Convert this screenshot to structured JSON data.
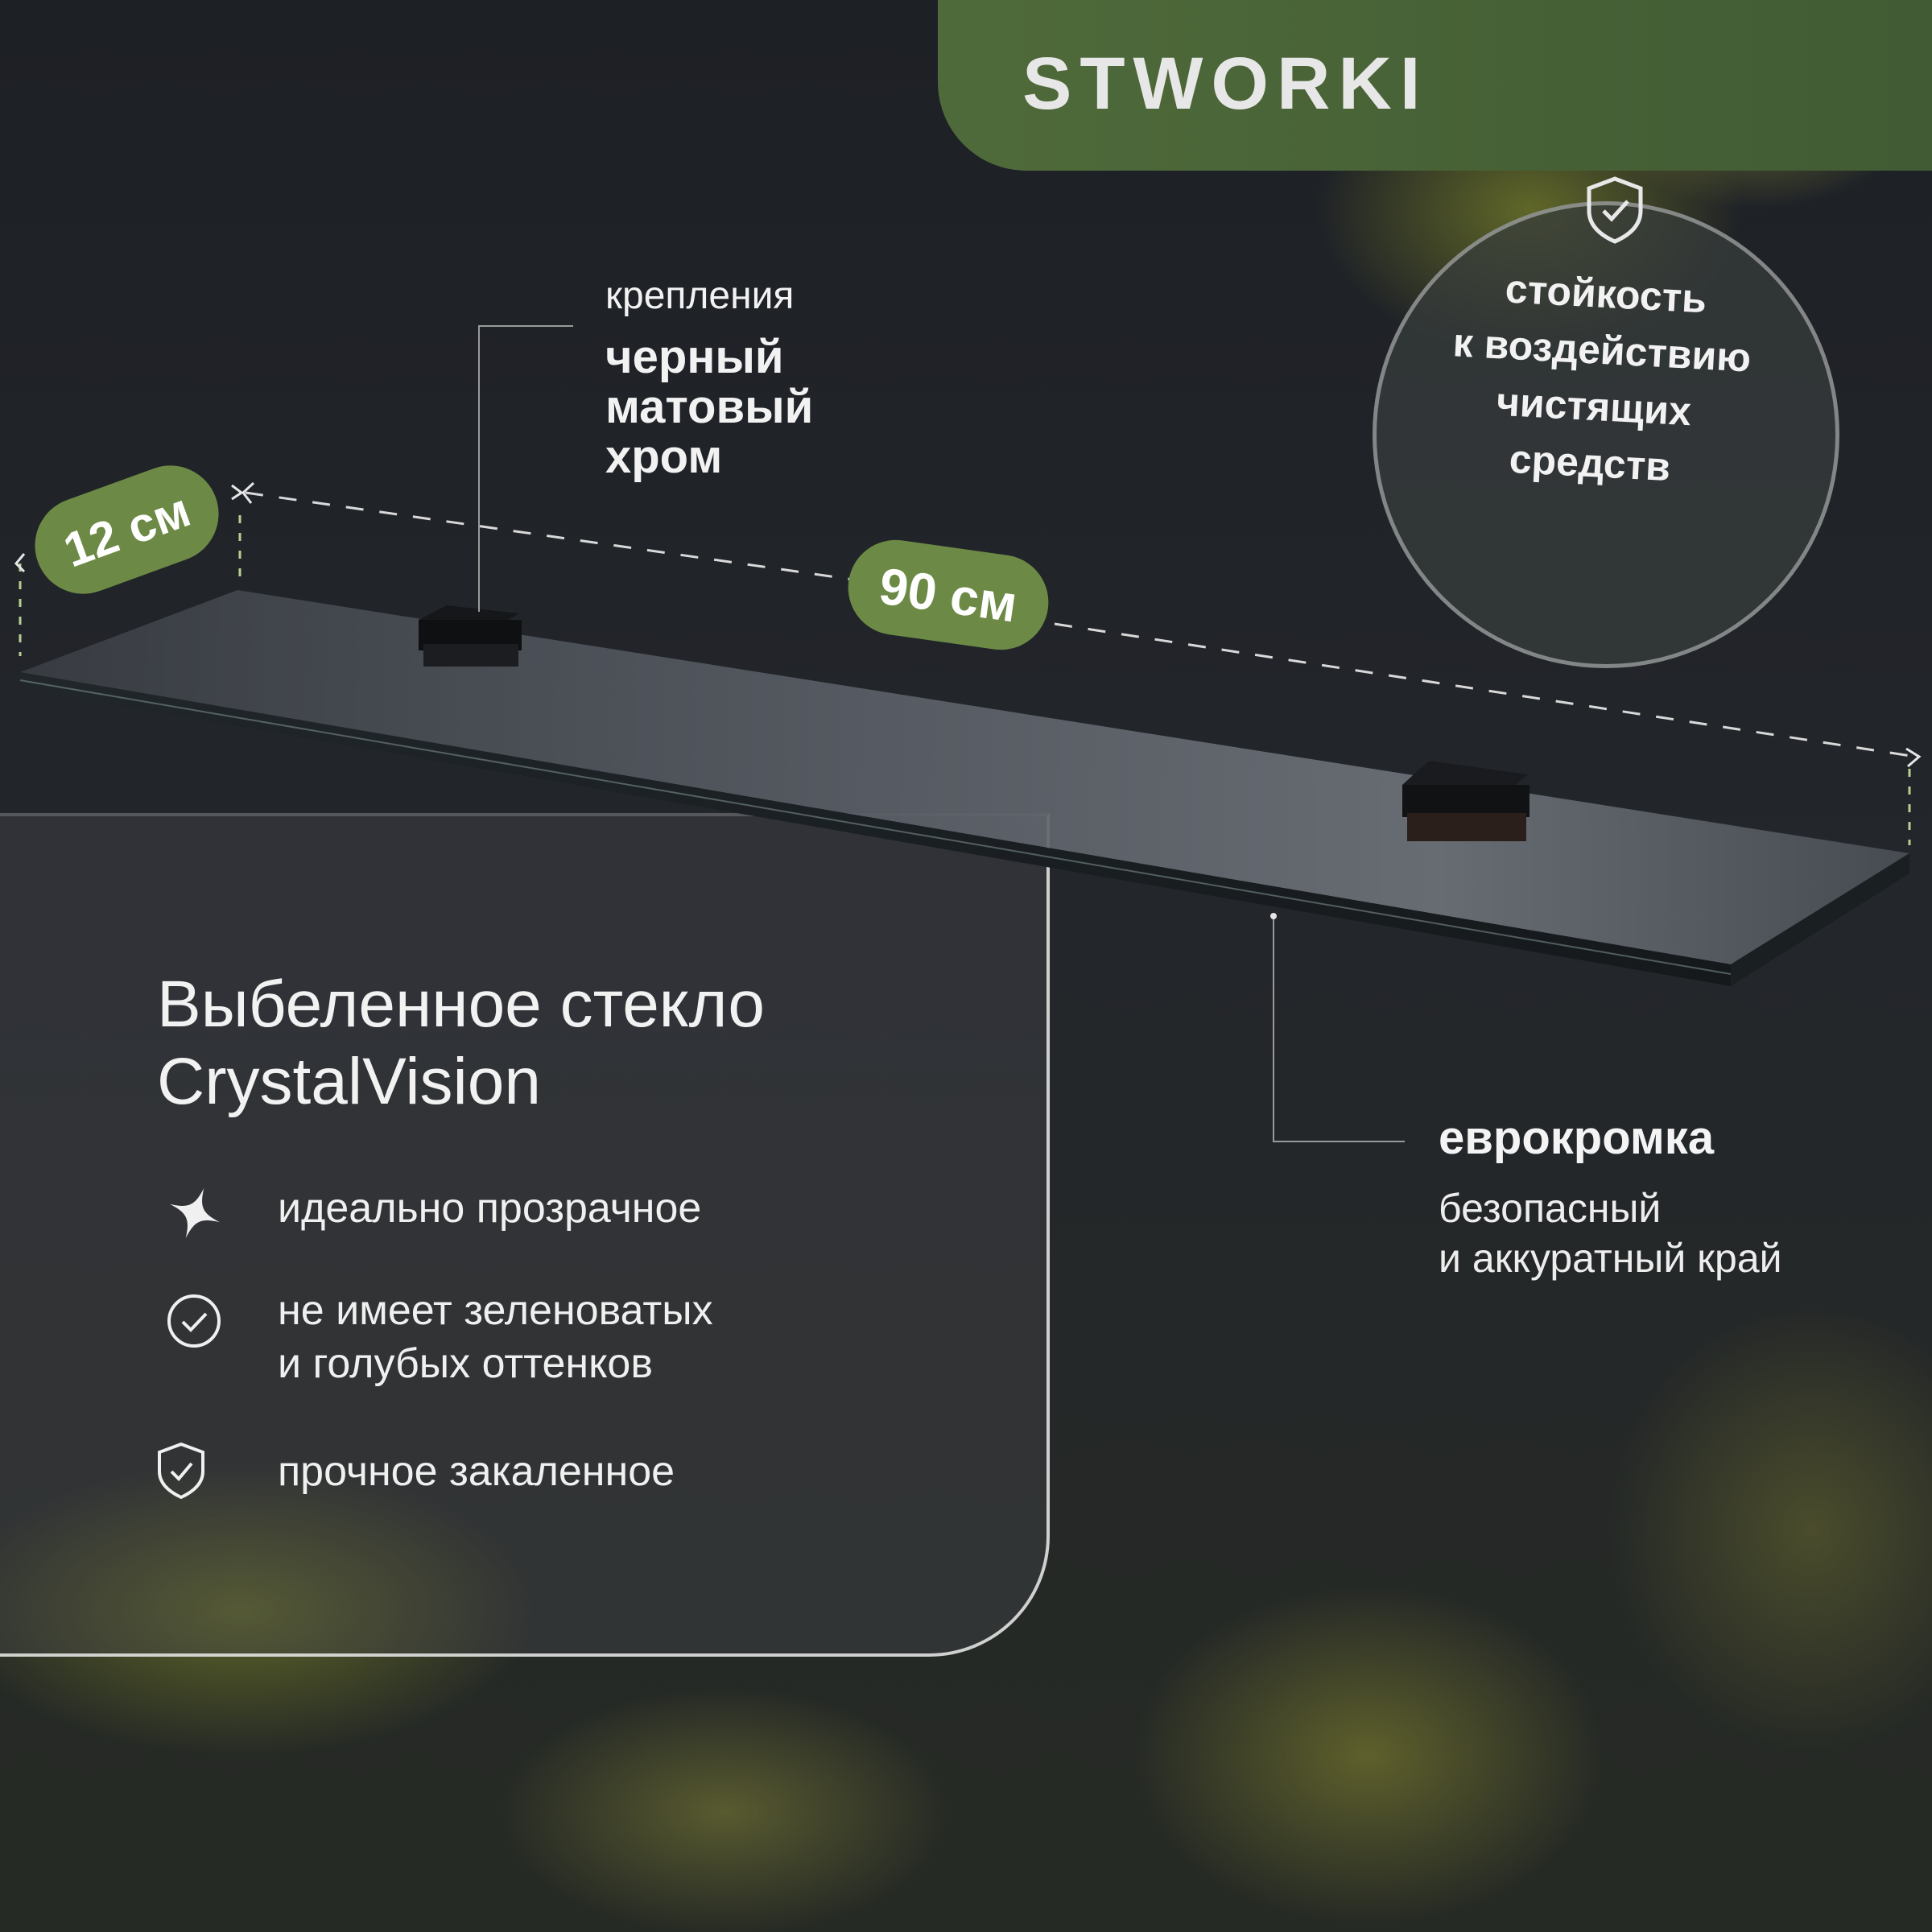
{
  "brand": {
    "logo": "STWORKI"
  },
  "dimensions": {
    "depth_label": "12 см",
    "width_label": "90 см"
  },
  "mount_callout": {
    "caption": "крепления",
    "lines": [
      "черный",
      "матовый",
      "хром"
    ]
  },
  "resistance_badge": {
    "icon": "shield-check-icon",
    "lines": [
      "стойкость",
      "к воздействию",
      "чистящих",
      "средств"
    ]
  },
  "edge_callout": {
    "title": "еврокромка",
    "lines": [
      "безопасный",
      "и аккуратный край"
    ]
  },
  "product": {
    "title_lines": [
      "Выбеленное стекло",
      "CrystalVision"
    ],
    "features": [
      {
        "icon": "sparkle-icon",
        "lines": [
          "идеально прозрачное"
        ]
      },
      {
        "icon": "check-circle-icon",
        "lines": [
          "не имеет зеленоватых",
          "и голубых оттенков"
        ]
      },
      {
        "icon": "shield-check-icon",
        "lines": [
          "прочное закаленное"
        ]
      }
    ]
  },
  "colors": {
    "accent_green": "#6c8a45",
    "logo_tab": "#4f6a3a",
    "background": "#1f2227"
  }
}
